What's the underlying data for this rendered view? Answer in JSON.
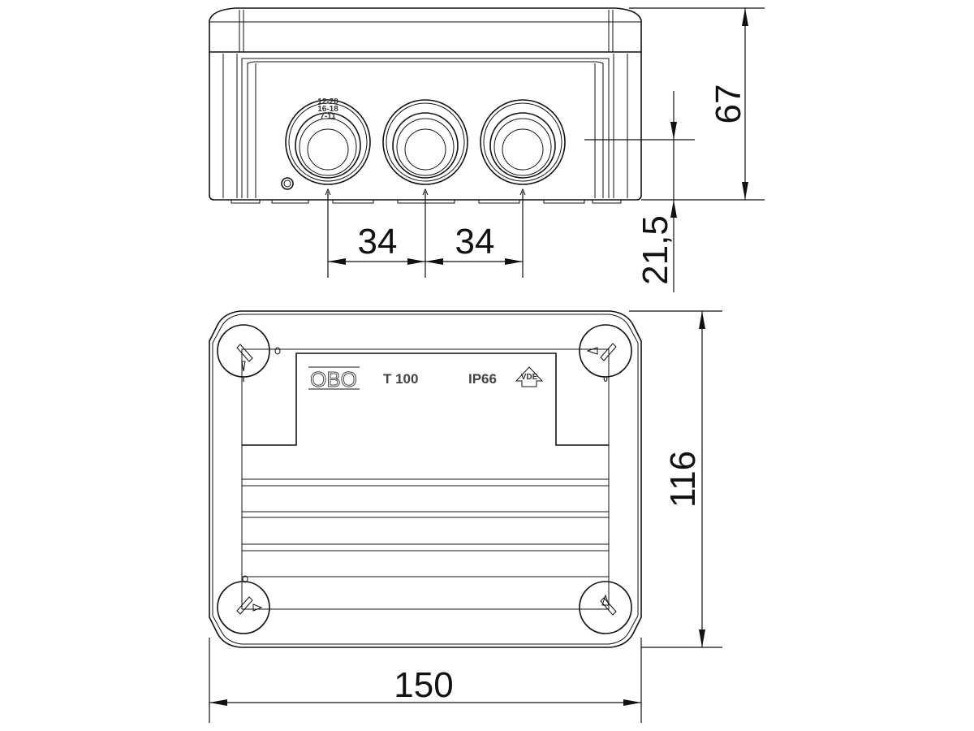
{
  "drawing": {
    "front_view": {
      "gland_count": 3,
      "gland_markings": [
        "12-20",
        "16-18",
        "7-11"
      ]
    },
    "top_view": {
      "brand_logo": "OBO",
      "model": "T 100",
      "protection_rating": "IP66",
      "certification_mark": "VDE",
      "corner_mark_left": "I",
      "corner_mark_right": "0"
    },
    "dimensions": {
      "height": "67",
      "gland_height": "21,5",
      "gland_spacing_1": "34",
      "gland_spacing_2": "34",
      "depth": "116",
      "width": "150"
    }
  }
}
